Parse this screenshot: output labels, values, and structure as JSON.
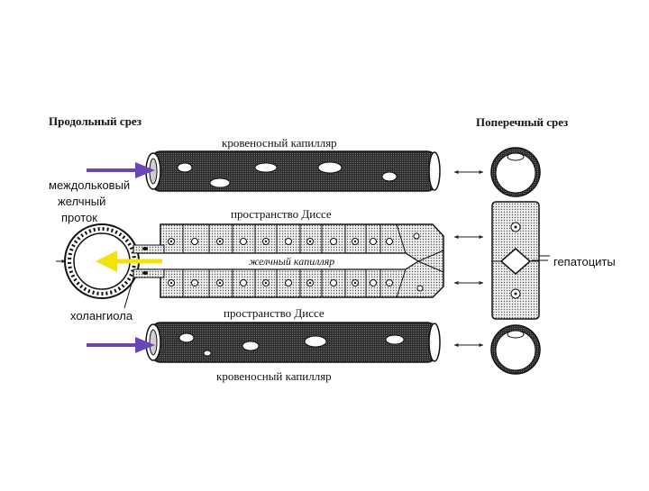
{
  "labels": {
    "longitudinal_section": "Продольный срез",
    "cross_section": "Поперечный срез",
    "blood_capillary_top": "кровеносный  капилляр",
    "blood_capillary_bottom": "кровеносный  капилляр",
    "disse_space_top": "пространство Диссе",
    "disse_space_bottom": "пространство Диссе",
    "bile_capillary": "желчный капилляр",
    "interlobular_duct_line1": "междольковый",
    "interlobular_duct_line2": "желчный",
    "interlobular_duct_line3": "проток",
    "cholangiole": "холангиола",
    "hepatocytes": "гепатоциты"
  },
  "colors": {
    "inflow_arrow": "#6a45b8",
    "bile_flow_arrow": "#f2e20a",
    "dots_fill": "#dcdcdc",
    "outline": "#1a1a1a"
  },
  "icons": {
    "inflow_arrows": "arrow-right-icon",
    "bile_arrow": "arrow-left-icon",
    "correspondence_arrows": "double-arrow-icon"
  }
}
